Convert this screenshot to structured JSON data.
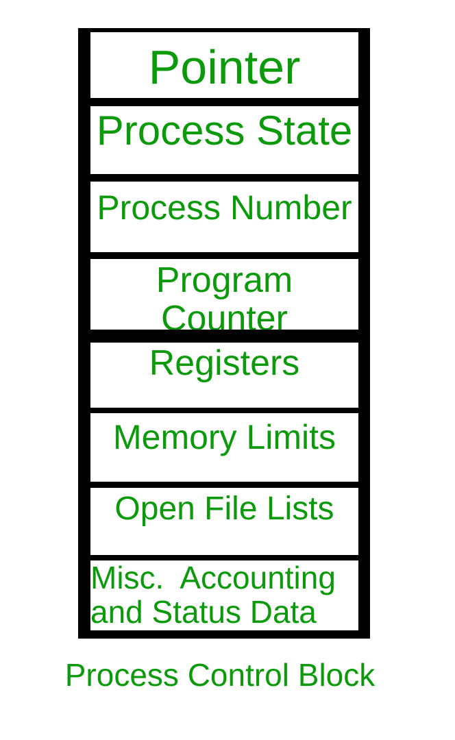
{
  "diagram": {
    "title": "Process Control Block",
    "cells": [
      {
        "id": "pointer",
        "label": "Pointer"
      },
      {
        "id": "process-state",
        "label": "Process State"
      },
      {
        "id": "process-number",
        "label": "Process Number"
      },
      {
        "id": "program-counter",
        "label": "Program Counter"
      },
      {
        "id": "registers",
        "label": "Registers"
      },
      {
        "id": "memory-limits",
        "label": "Memory Limits"
      },
      {
        "id": "open-file-lists",
        "label": "Open File Lists"
      },
      {
        "id": "misc-accounting",
        "label": "Misc.  Accounting\nand Status Data"
      }
    ],
    "caption": "Process Control Block",
    "colors": {
      "text": "#0a9a0a",
      "frame": "#000000",
      "cell_background": "#ffffff",
      "page_background": "#ffffff"
    }
  }
}
